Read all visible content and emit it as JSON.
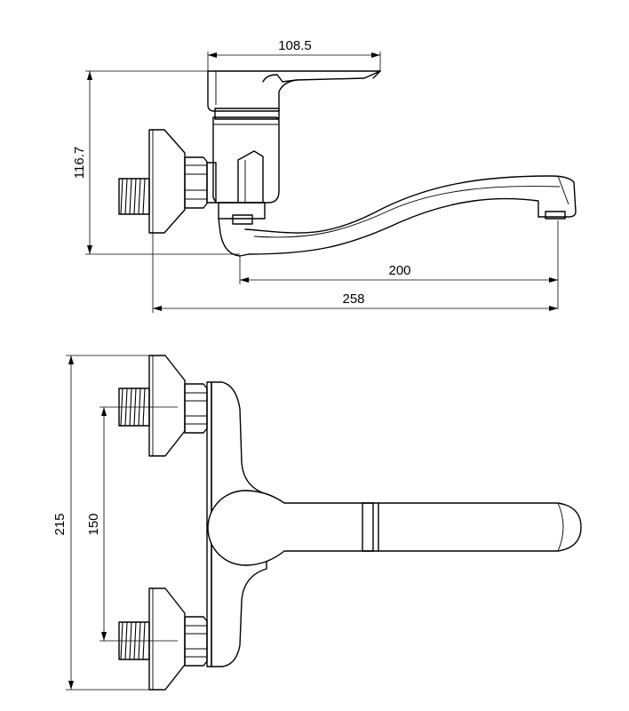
{
  "dimensions": {
    "lever_length": "108.5",
    "body_height": "116.7",
    "spout_reach": "200",
    "overall_length": "258",
    "overall_width": "215",
    "center_distance": "150"
  }
}
